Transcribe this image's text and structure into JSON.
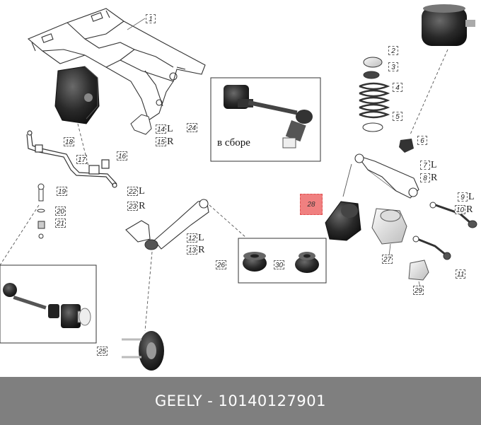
{
  "callouts": [
    {
      "id": "1",
      "num": "1",
      "side": ""
    },
    {
      "id": "2",
      "num": "2",
      "side": ""
    },
    {
      "id": "3",
      "num": "3",
      "side": ""
    },
    {
      "id": "4",
      "num": "4",
      "side": ""
    },
    {
      "id": "5",
      "num": "5",
      "side": ""
    },
    {
      "id": "6",
      "num": "6",
      "side": ""
    },
    {
      "id": "7",
      "num": "7",
      "side": "L"
    },
    {
      "id": "8",
      "num": "8",
      "side": "R"
    },
    {
      "id": "9",
      "num": "9",
      "side": "L"
    },
    {
      "id": "10",
      "num": "10",
      "side": "R"
    },
    {
      "id": "11",
      "num": "11",
      "side": ""
    },
    {
      "id": "12",
      "num": "12",
      "side": "L"
    },
    {
      "id": "13",
      "num": "13",
      "side": "R"
    },
    {
      "id": "14",
      "num": "14",
      "side": "L"
    },
    {
      "id": "15",
      "num": "15",
      "side": "R"
    },
    {
      "id": "16",
      "num": "16",
      "side": ""
    },
    {
      "id": "17",
      "num": "17",
      "side": ""
    },
    {
      "id": "18",
      "num": "18",
      "side": ""
    },
    {
      "id": "19",
      "num": "19",
      "side": ""
    },
    {
      "id": "20",
      "num": "20",
      "side": ""
    },
    {
      "id": "21",
      "num": "21",
      "side": ""
    },
    {
      "id": "22",
      "num": "22",
      "side": "L"
    },
    {
      "id": "23",
      "num": "23",
      "side": "R"
    },
    {
      "id": "24",
      "num": "24",
      "side": ""
    },
    {
      "id": "25",
      "num": "25",
      "side": ""
    },
    {
      "id": "26",
      "num": "26",
      "side": ""
    },
    {
      "id": "27",
      "num": "27",
      "side": ""
    },
    {
      "id": "28",
      "num": "28",
      "side": ""
    },
    {
      "id": "29",
      "num": "29",
      "side": ""
    },
    {
      "id": "30",
      "num": "30",
      "side": ""
    }
  ],
  "highlighted_part": "28",
  "highlight_color": "#f08080",
  "inset_label": "в сборе",
  "footer": {
    "text": "GEELY - 10140127901",
    "background": "#7f7f7f"
  }
}
